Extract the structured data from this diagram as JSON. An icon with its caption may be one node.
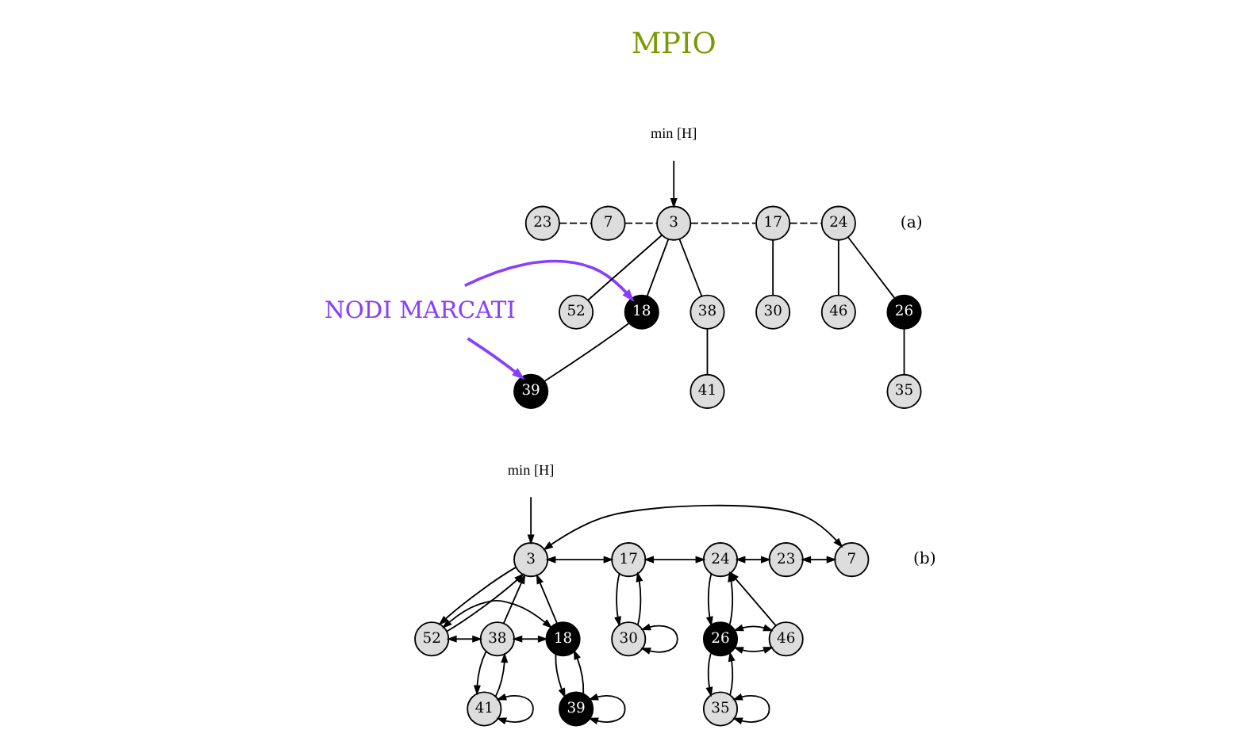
{
  "diagram": {
    "nodes": [
      {
        "text": [
          "NODI MARCATI"
        ]
      },
      {
        "text": [
          "min [H]"
        ]
      },
      {
        "text": [
          "23"
        ]
      },
      {
        "text": [
          "7"
        ]
      },
      {
        "text": [
          "3"
        ]
      },
      {
        "text": [
          "17"
        ]
      },
      {
        "text": [
          "24"
        ]
      },
      {
        "text": [
          "18"
        ]
      },
      {
        "text": [
          "52"
        ]
      },
      {
        "text": [
          "38"
        ]
      },
      {
        "text": [
          "30"
        ]
      },
      {
        "text": [
          "26"
        ]
      },
      {
        "text": [
          "46"
        ]
      },
      {
        "text": [
          "39"
        ]
      },
      {
        "text": [
          "41"
        ]
      },
      {
        "text": [
          "35"
        ]
      },
      {
        "text": [
          "min [H]"
        ]
      },
      {
        "text": [
          "23"
        ]
      },
      {
        "text": [
          "7"
        ]
      },
      {
        "text": [
          "3"
        ]
      },
      {
        "text": [
          "17"
        ]
      },
      {
        "text": [
          "24"
        ]
      },
      {
        "text": [
          "18"
        ]
      },
      {
        "text": [
          "52"
        ]
      },
      {
        "text": [
          "38"
        ]
      },
      {
        "text": [
          "30"
        ]
      },
      {
        "text": [
          "26"
        ]
      },
      {
        "text": [
          "46"
        ]
      },
      {
        "text": [
          "39"
        ]
      },
      {
        "text": [
          "41"
        ]
      },
      {
        "text": [
          "35"
        ]
      }
    ],
    "edges": [
      {
        "from": 0,
        "to": 7,
        "arrow": "to",
        "color": "#8a3ffc"
      },
      {
        "from": 0,
        "to": 13,
        "arrow": "to",
        "color": "#8a3ffc"
      },
      {
        "from": 1,
        "to": 4,
        "arrow": "to"
      },
      {
        "from": 2,
        "to": 3,
        "arrow": "none",
        "style": "dashed"
      },
      {
        "from": 3,
        "to": 4,
        "arrow": "none",
        "style": "dashed"
      },
      {
        "from": 4,
        "to": 5,
        "arrow": "none",
        "style": "dashed"
      },
      {
        "from": 5,
        "to": 6,
        "arrow": "none",
        "style": "dashed"
      },
      {
        "from": 4,
        "to": 7,
        "arrow": "none"
      },
      {
        "from": 4,
        "to": 8,
        "arrow": "none"
      },
      {
        "from": 4,
        "to": 9,
        "arrow": "none"
      },
      {
        "from": 7,
        "to": 13,
        "arrow": "none"
      },
      {
        "from": 9,
        "to": 14,
        "arrow": "none"
      },
      {
        "from": 5,
        "to": 10,
        "arrow": "none"
      },
      {
        "from": 6,
        "to": 11,
        "arrow": "none"
      },
      {
        "from": 6,
        "to": 12,
        "arrow": "none"
      },
      {
        "from": 11,
        "to": 15,
        "arrow": "none"
      },
      {
        "from": 16,
        "to": 19,
        "arrow": "to"
      },
      {
        "from": 17,
        "to": 18,
        "arrow": "both"
      },
      {
        "from": 18,
        "to": 19,
        "arrow": "both"
      },
      {
        "from": 19,
        "to": 20,
        "arrow": "both"
      },
      {
        "from": 20,
        "to": 21,
        "arrow": "both"
      },
      {
        "from": 21,
        "to": 17,
        "arrow": "both"
      },
      {
        "from": 22,
        "to": 19,
        "arrow": "to"
      },
      {
        "from": 23,
        "to": 19,
        "arrow": "to"
      },
      {
        "from": 19,
        "to": 23,
        "arrow": "to"
      },
      {
        "from": 24,
        "to": 19,
        "arrow": "to"
      },
      {
        "from": 22,
        "to": 23,
        "arrow": "both"
      },
      {
        "from": 23,
        "to": 24,
        "arrow": "both"
      },
      {
        "from": 24,
        "to": 22,
        "arrow": "both"
      },
      {
        "from": 22,
        "to": 28,
        "arrow": "to"
      },
      {
        "from": 28,
        "to": 22,
        "arrow": "to"
      },
      {
        "from": 28,
        "to": 28,
        "arrow": "both"
      },
      {
        "from": 24,
        "to": 29,
        "arrow": "to"
      },
      {
        "from": 29,
        "to": 24,
        "arrow": "to"
      },
      {
        "from": 29,
        "to": 29,
        "arrow": "both"
      },
      {
        "from": 20,
        "to": 25,
        "arrow": "to"
      },
      {
        "from": 25,
        "to": 20,
        "arrow": "to"
      },
      {
        "from": 25,
        "to": 25,
        "arrow": "both"
      },
      {
        "from": 21,
        "to": 26,
        "arrow": "to"
      },
      {
        "from": 26,
        "to": 21,
        "arrow": "to"
      },
      {
        "from": 27,
        "to": 21,
        "arrow": "to"
      },
      {
        "from": 26,
        "to": 27,
        "arrow": "both"
      },
      {
        "from": 27,
        "to": 26,
        "arrow": "both"
      },
      {
        "from": 26,
        "to": 30,
        "arrow": "to"
      },
      {
        "from": 30,
        "to": 26,
        "arrow": "to"
      },
      {
        "from": 30,
        "to": 30,
        "arrow": "both"
      }
    ],
    "labels": [
      "MPIO",
      "(a)",
      "(b)"
    ]
  }
}
